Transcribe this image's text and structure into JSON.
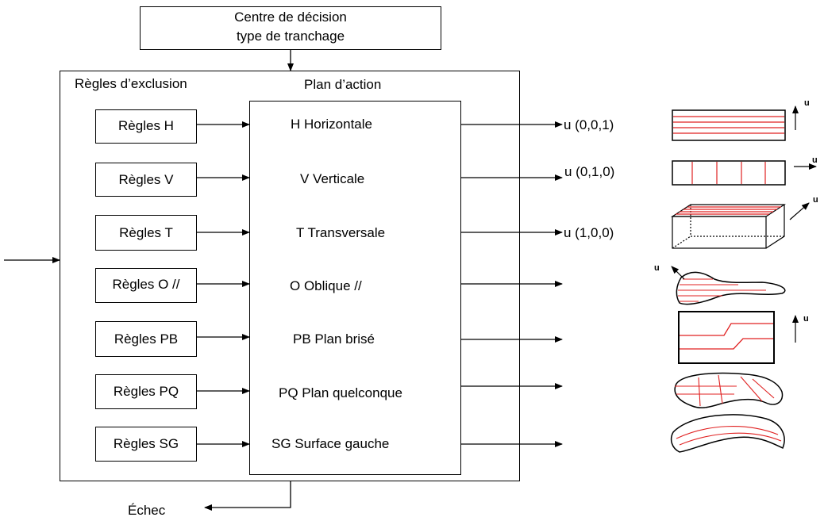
{
  "header": {
    "line1": "Centre de décision",
    "line2": "type de tranchage"
  },
  "sections": {
    "exclusion_title": "Règles d’exclusion",
    "action_title": "Plan d’action"
  },
  "rules": [
    {
      "label": "Règles H"
    },
    {
      "label": "Règles V"
    },
    {
      "label": "Règles T"
    },
    {
      "label": "Règles O //"
    },
    {
      "label": "Règles PB"
    },
    {
      "label": "Règles PQ"
    },
    {
      "label": "Règles SG"
    }
  ],
  "actions": [
    {
      "label": "H Horizontale",
      "output": "u (0,0,1)"
    },
    {
      "label": "V Verticale",
      "output": "u (0,1,0)"
    },
    {
      "label": "T Transversale",
      "output": "u (1,0,0)"
    },
    {
      "label": "O Oblique //",
      "output": ""
    },
    {
      "label": "PB Plan brisé",
      "output": ""
    },
    {
      "label": "PQ Plan quelconque",
      "output": ""
    },
    {
      "label": "SG Surface gauche",
      "output": ""
    }
  ],
  "failure_label": "Échec",
  "vector_label": "u",
  "colors": {
    "line": "#000000",
    "slice": "#e02020"
  }
}
